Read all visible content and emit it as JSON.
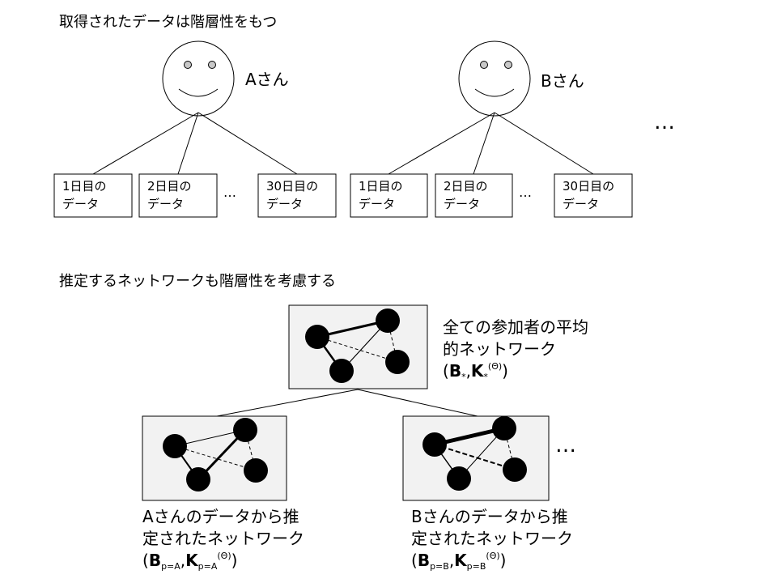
{
  "top_heading": "取得されたデータは階層性をもつ",
  "bottom_heading": "推定するネットワークも階層性を考慮する",
  "persons": [
    {
      "label": "Aさん",
      "days": [
        {
          "line1": "1日目の",
          "line2": "データ"
        },
        {
          "line1": "2日目の",
          "line2": "データ"
        },
        {
          "line1": "30日目の",
          "line2": "データ"
        }
      ],
      "ellipsis": "…"
    },
    {
      "label": "Bさん",
      "days": [
        {
          "line1": "1日目の",
          "line2": "データ"
        },
        {
          "line1": "2日目の",
          "line2": "データ"
        },
        {
          "line1": "30日目の",
          "line2": "データ"
        }
      ],
      "ellipsis": "…"
    }
  ],
  "persons_more": "…",
  "networks_more": "…",
  "average_network": {
    "line1": "全ての参加者の平均",
    "line2": "的ネットワーク",
    "B": "B",
    "B_sub": "*",
    "K": "K",
    "K_sub": "*",
    "K_sup": "(Θ)"
  },
  "person_networks": [
    {
      "line1": "Aさんのデータから推",
      "line2": "定されたネットワーク",
      "B": "B",
      "B_sub": "p=A",
      "K": "K",
      "K_sub": "p=A",
      "K_sup": "(Θ)"
    },
    {
      "line1": "Bさんのデータから推",
      "line2": "定されたネットワーク",
      "B": "B",
      "B_sub": "p=B",
      "K": "K",
      "K_sub": "p=B",
      "K_sup": "(Θ)"
    }
  ],
  "colors": {
    "face_fill": "#ffffff",
    "eye_fill": "#c8c8c8",
    "network_panel_fill": "#f2f2f2",
    "node_fill": "#000000"
  }
}
